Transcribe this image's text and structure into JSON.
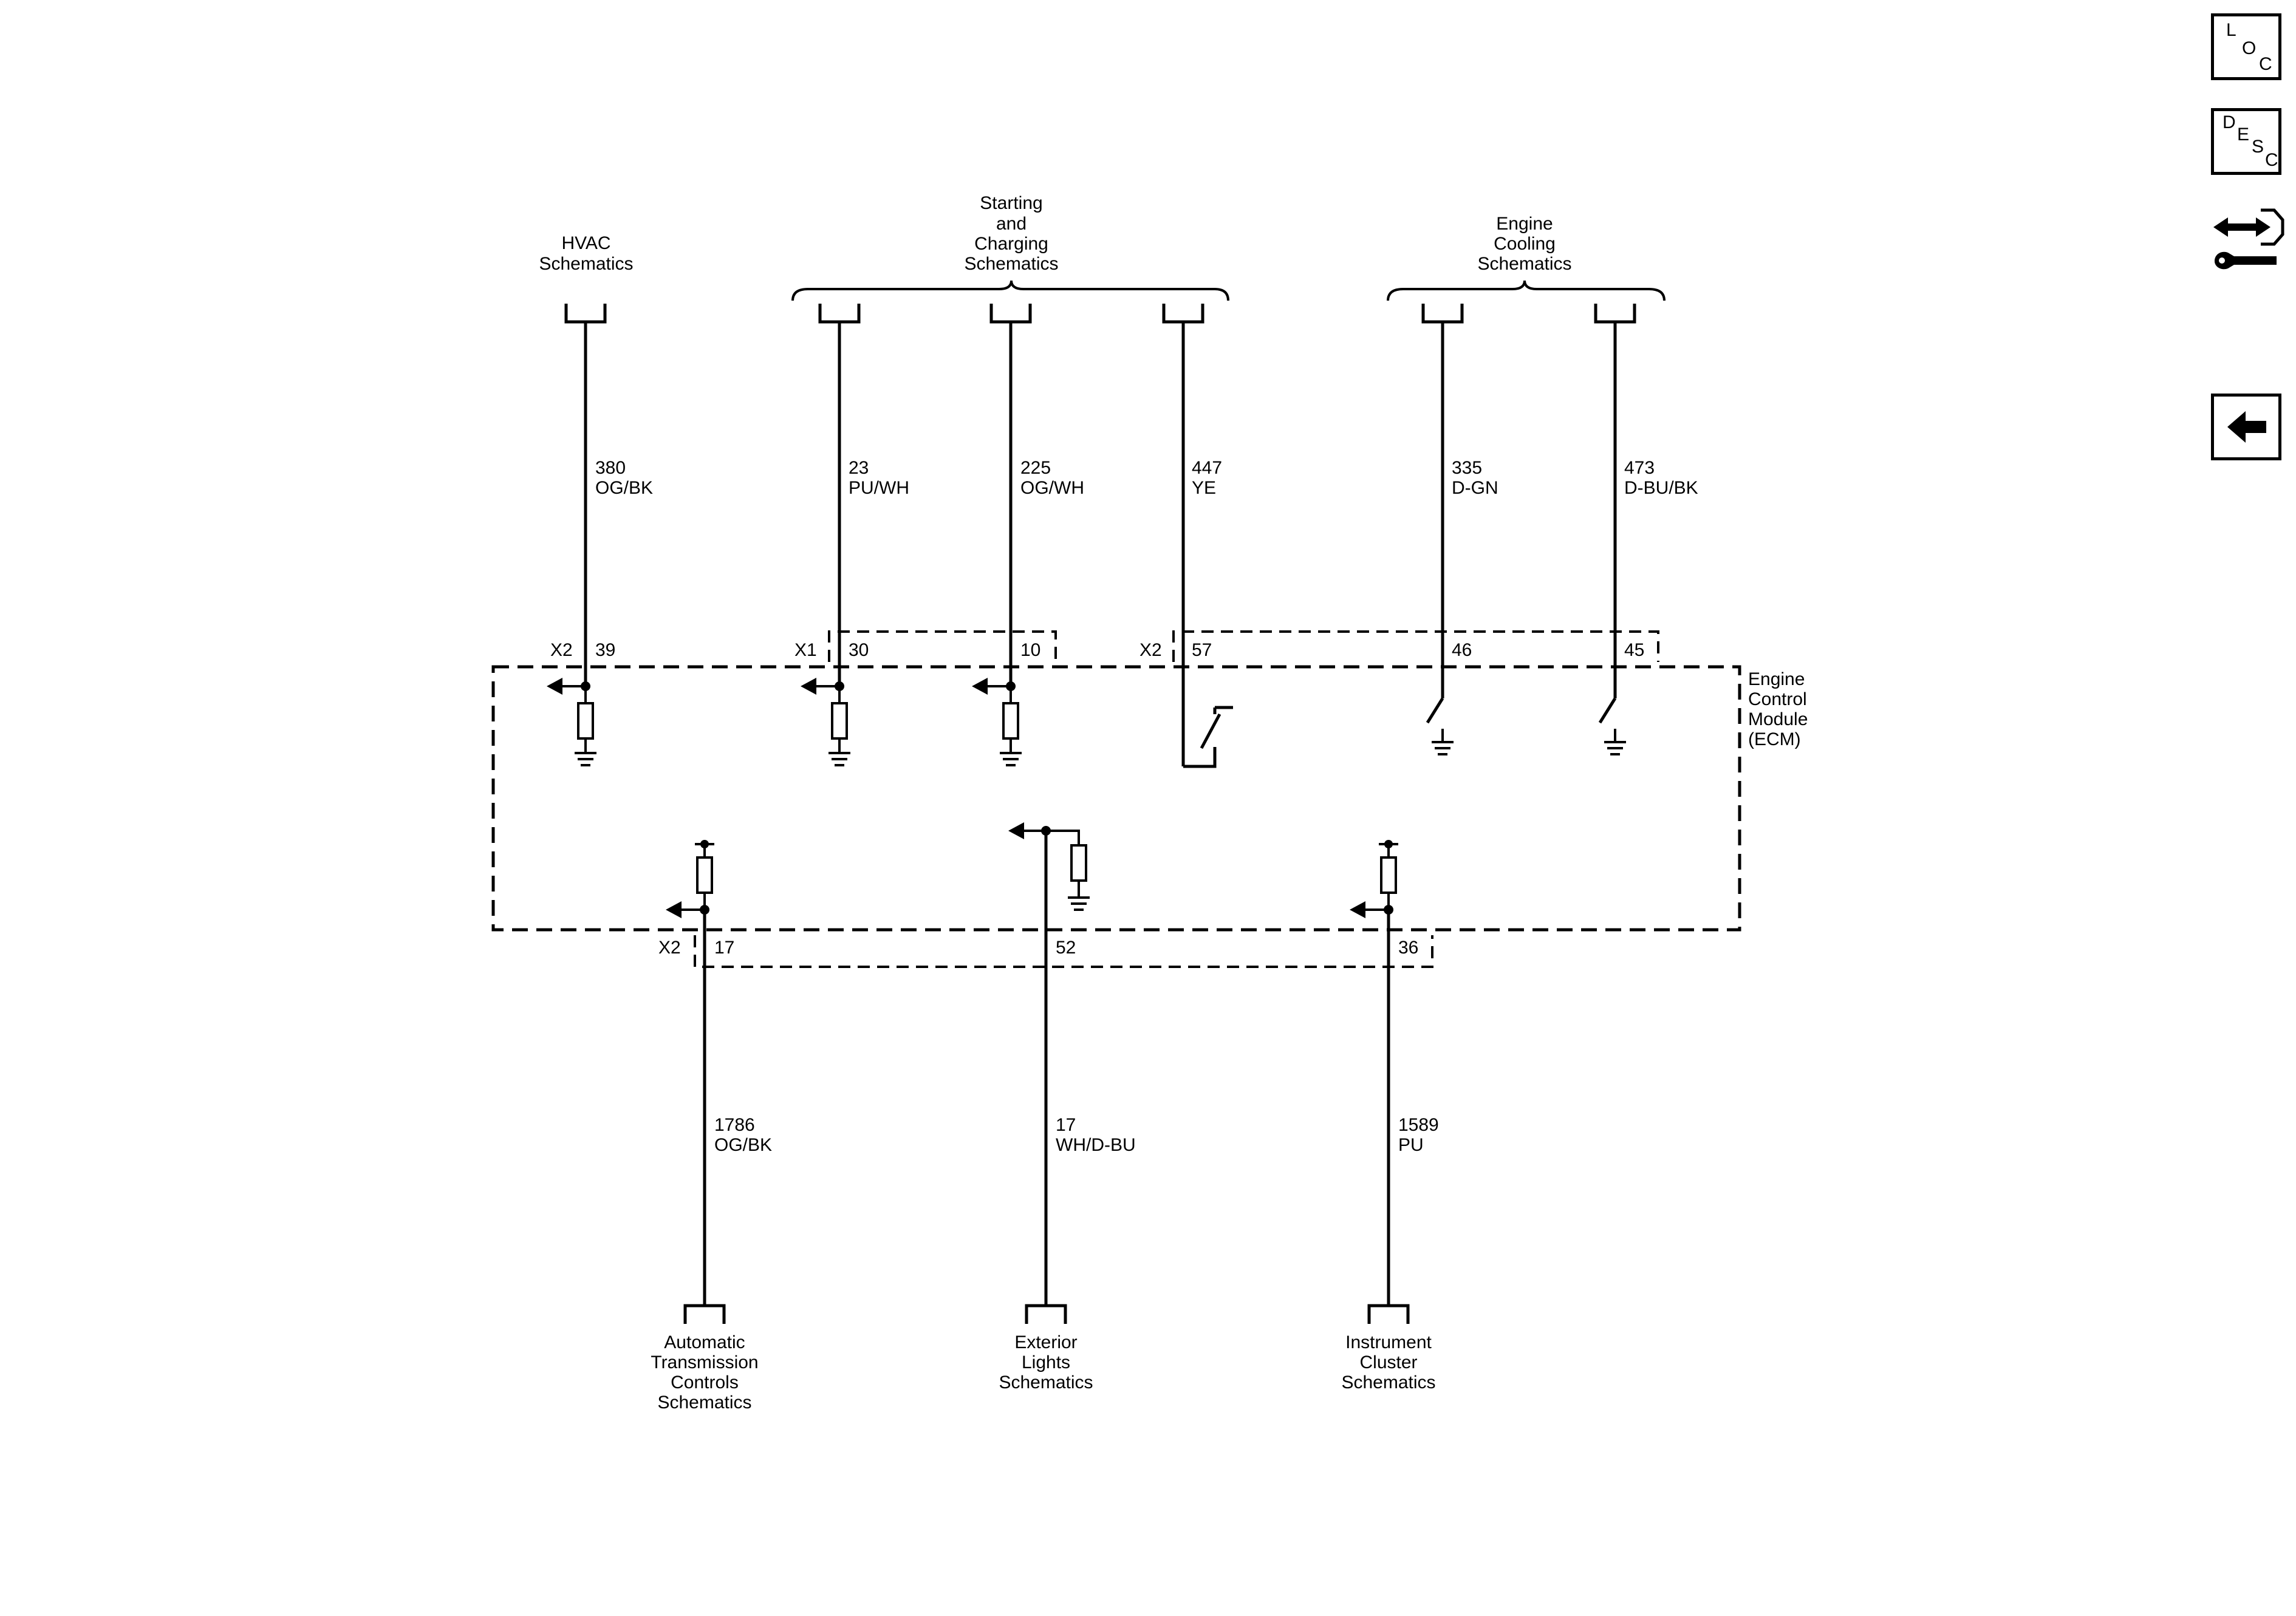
{
  "sidebar": {
    "loc_letters": [
      "L",
      "O",
      "C"
    ],
    "desc_letters": [
      "D",
      "E",
      "S",
      "C"
    ],
    "icons": [
      "connector-wrench-icon",
      "back-arrow-icon"
    ]
  },
  "module": {
    "name_lines": [
      "Engine",
      "Control",
      "Module",
      "(ECM)"
    ]
  },
  "destinations_top": {
    "hvac": [
      "HVAC",
      "Schematics"
    ],
    "starting": [
      "Starting",
      "and",
      "Charging",
      "Schematics"
    ],
    "cooling": [
      "Engine",
      "Cooling",
      "Schematics"
    ]
  },
  "destinations_bottom": {
    "trans": [
      "Automatic",
      "Transmission",
      "Controls",
      "Schematics"
    ],
    "lights": [
      "Exterior",
      "Lights",
      "Schematics"
    ],
    "cluster": [
      "Instrument",
      "Cluster",
      "Schematics"
    ]
  },
  "circuits_top": [
    {
      "number": "380",
      "color": "OG/BK"
    },
    {
      "number": "23",
      "color": "PU/WH"
    },
    {
      "number": "225",
      "color": "OG/WH"
    },
    {
      "number": "447",
      "color": "YE"
    },
    {
      "number": "335",
      "color": "D-GN"
    },
    {
      "number": "473",
      "color": "D-BU/BK"
    }
  ],
  "circuits_bottom": [
    {
      "number": "1786",
      "color": "OG/BK"
    },
    {
      "number": "17",
      "color": "WH/D-BU"
    },
    {
      "number": "1589",
      "color": "PU"
    }
  ],
  "connectors": {
    "top": [
      {
        "conn": "X2",
        "pin": "39"
      },
      {
        "conn": "X1",
        "pin": "30"
      },
      {
        "conn": "",
        "pin": "10"
      },
      {
        "conn": "X2",
        "pin": "57"
      },
      {
        "conn": "",
        "pin": "46"
      },
      {
        "conn": "",
        "pin": "45"
      }
    ],
    "bottom": [
      {
        "conn": "X2",
        "pin": "17"
      },
      {
        "conn": "",
        "pin": "52"
      },
      {
        "conn": "",
        "pin": "36"
      }
    ]
  }
}
